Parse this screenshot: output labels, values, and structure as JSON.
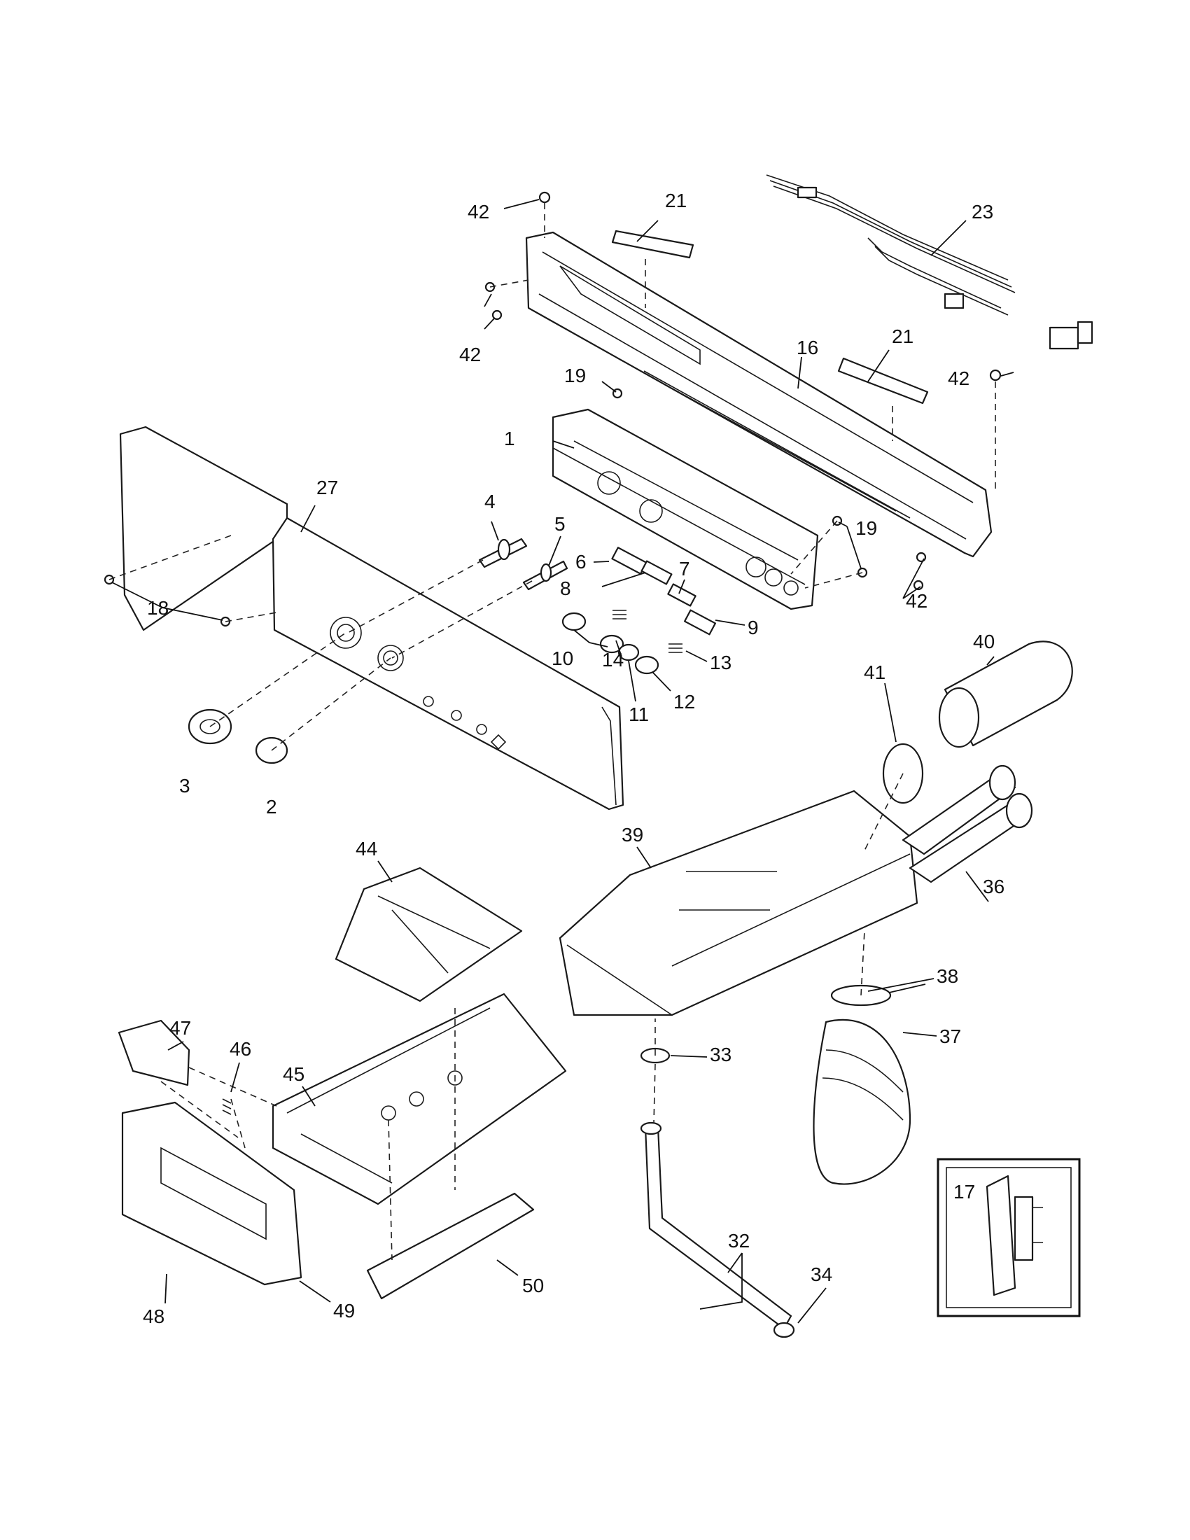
{
  "diagram": {
    "callouts": {
      "c1": "1",
      "c2": "2",
      "c3": "3",
      "c4": "4",
      "c5": "5",
      "c6": "6",
      "c7": "7",
      "c8": "8",
      "c9": "9",
      "c10": "10",
      "c11": "11",
      "c12": "12",
      "c13": "13",
      "c14": "14",
      "c16": "16",
      "c17": "17",
      "c18": "18",
      "c19a": "19",
      "c19b": "19",
      "c21a": "21",
      "c21b": "21",
      "c23": "23",
      "c27": "27",
      "c32": "32",
      "c33": "33",
      "c34": "34",
      "c36": "36",
      "c37": "37",
      "c38": "38",
      "c39": "39",
      "c40": "40",
      "c41": "41",
      "c42a": "42",
      "c42b": "42",
      "c42c": "42",
      "c42d": "42",
      "c44": "44",
      "c45": "45",
      "c46": "46",
      "c47": "47",
      "c48": "48",
      "c49": "49",
      "c50": "50"
    }
  }
}
